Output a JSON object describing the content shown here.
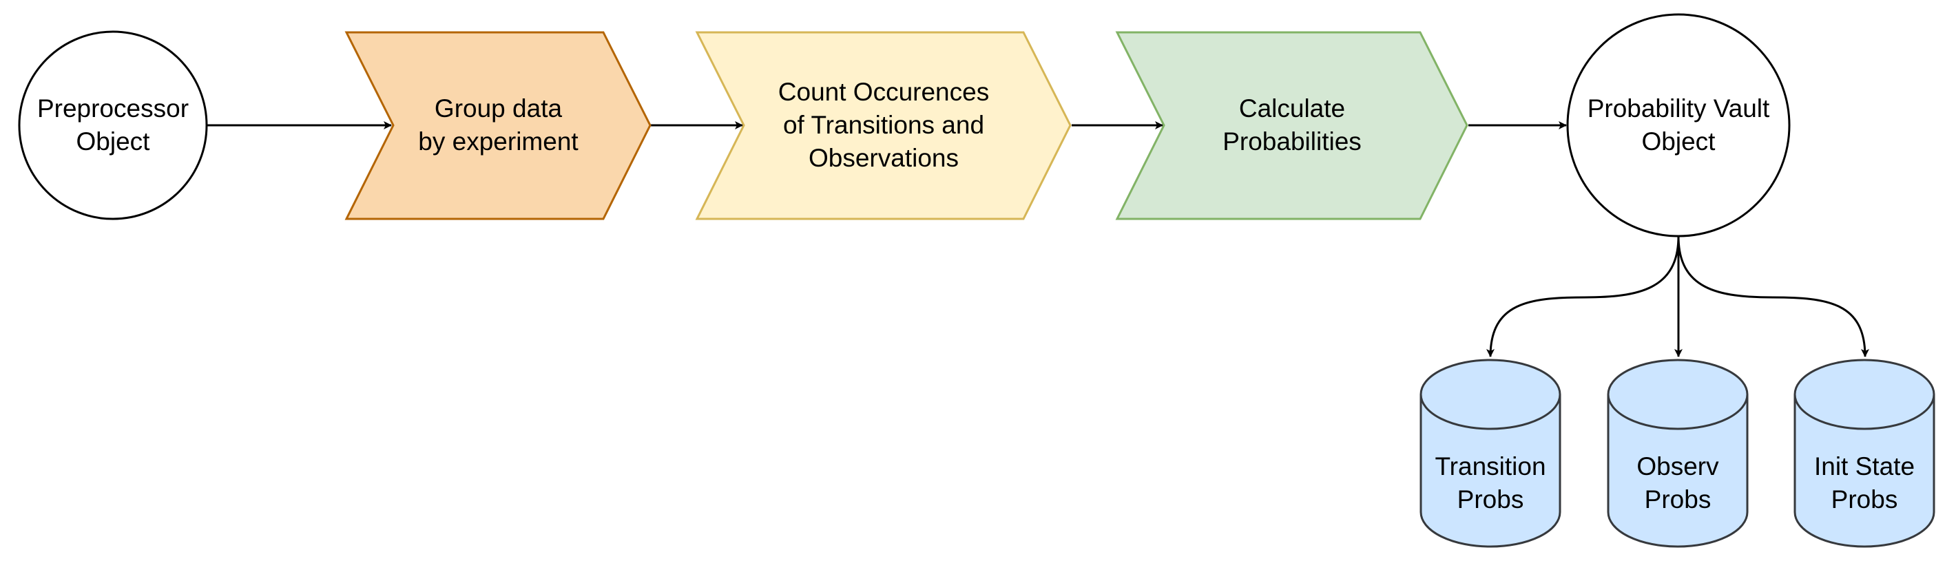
{
  "nodes": {
    "preprocessor": {
      "lines": [
        "Preprocessor",
        "Object"
      ],
      "fill": "#ffffff",
      "stroke": "#000000"
    },
    "group": {
      "lines": [
        "Group data",
        "by experiment"
      ],
      "fill": "#fad7ac",
      "stroke": "#b46504"
    },
    "count": {
      "lines": [
        "Count Occurences",
        "of Transitions and",
        "Observations"
      ],
      "fill": "#fff2cc",
      "stroke": "#d6b656"
    },
    "calc": {
      "lines": [
        "Calculate",
        "Probabilities"
      ],
      "fill": "#d5e8d4",
      "stroke": "#82b366"
    },
    "vault": {
      "lines": [
        "Probability Vault",
        "Object"
      ],
      "fill": "#ffffff",
      "stroke": "#000000"
    },
    "transition": {
      "lines": [
        "Transition",
        "Probs"
      ],
      "fill": "#cce5ff",
      "stroke": "#36393d"
    },
    "observ": {
      "lines": [
        "Observ",
        "Probs"
      ],
      "fill": "#cce5ff",
      "stroke": "#36393d"
    },
    "init": {
      "lines": [
        "Init State",
        "Probs"
      ],
      "fill": "#cce5ff",
      "stroke": "#36393d"
    }
  },
  "edges": [
    {
      "from": "preprocessor",
      "to": "group"
    },
    {
      "from": "group",
      "to": "count"
    },
    {
      "from": "count",
      "to": "calc"
    },
    {
      "from": "calc",
      "to": "vault"
    },
    {
      "from": "vault",
      "to": "transition"
    },
    {
      "from": "vault",
      "to": "observ"
    },
    {
      "from": "vault",
      "to": "init"
    }
  ]
}
